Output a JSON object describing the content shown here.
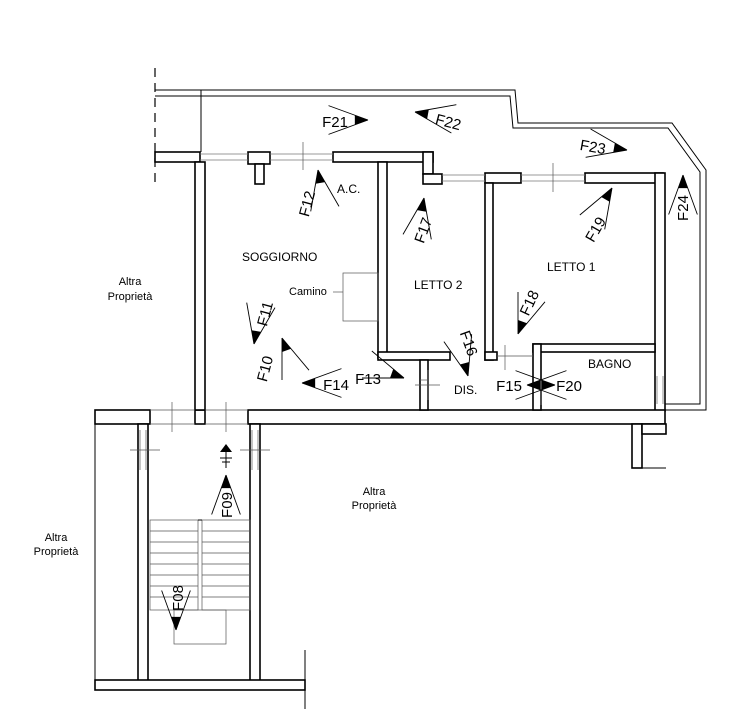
{
  "rooms": {
    "soggiorno": "SOGGIORNO",
    "ac": "A.C.",
    "letto2": "LETTO 2",
    "letto1": "LETTO 1",
    "bagno": "BAGNO",
    "dis": "DIS.",
    "camino": "Camino"
  },
  "neighbors": {
    "left_line1": "Altra",
    "left_line2": "Proprietà",
    "center_line1": "Altra",
    "center_line2": "Proprietà",
    "bottom_left_line1": "Altra",
    "bottom_left_line2": "Proprietà"
  },
  "photo_points": [
    {
      "id": "F08",
      "label": "F08"
    },
    {
      "id": "F09",
      "label": "F09"
    },
    {
      "id": "F10",
      "label": "F10"
    },
    {
      "id": "F11",
      "label": "F11"
    },
    {
      "id": "F12",
      "label": "F12"
    },
    {
      "id": "F13",
      "label": "F13"
    },
    {
      "id": "F14",
      "label": "F14"
    },
    {
      "id": "F15",
      "label": "F15"
    },
    {
      "id": "F16",
      "label": "F16"
    },
    {
      "id": "F17",
      "label": "F17"
    },
    {
      "id": "F18",
      "label": "F18"
    },
    {
      "id": "F19",
      "label": "F19"
    },
    {
      "id": "F20",
      "label": "F20"
    },
    {
      "id": "F21",
      "label": "F21"
    },
    {
      "id": "F22",
      "label": "F22"
    },
    {
      "id": "F23",
      "label": "F23"
    },
    {
      "id": "F24",
      "label": "F24"
    }
  ]
}
